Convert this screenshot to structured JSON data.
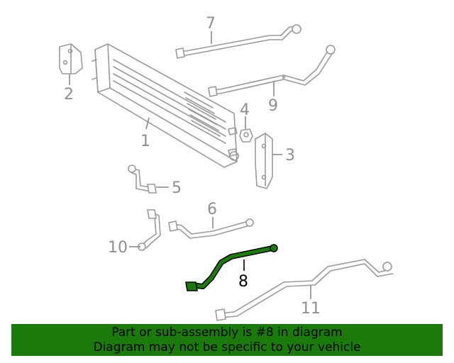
{
  "diagram": {
    "callouts": {
      "c1": "1",
      "c2": "2",
      "c3": "3",
      "c4": "4",
      "c5": "5",
      "c6": "6",
      "c7": "7",
      "c8": "8",
      "c9": "9",
      "c10": "10",
      "c11": "11"
    },
    "highlight_color": "#1a7a0a",
    "line_color": "#9a9a9a"
  },
  "banner": {
    "line1": "Part or sub-assembly is #8 in diagram",
    "line2": "Diagram may not be specific to your vehicle"
  }
}
